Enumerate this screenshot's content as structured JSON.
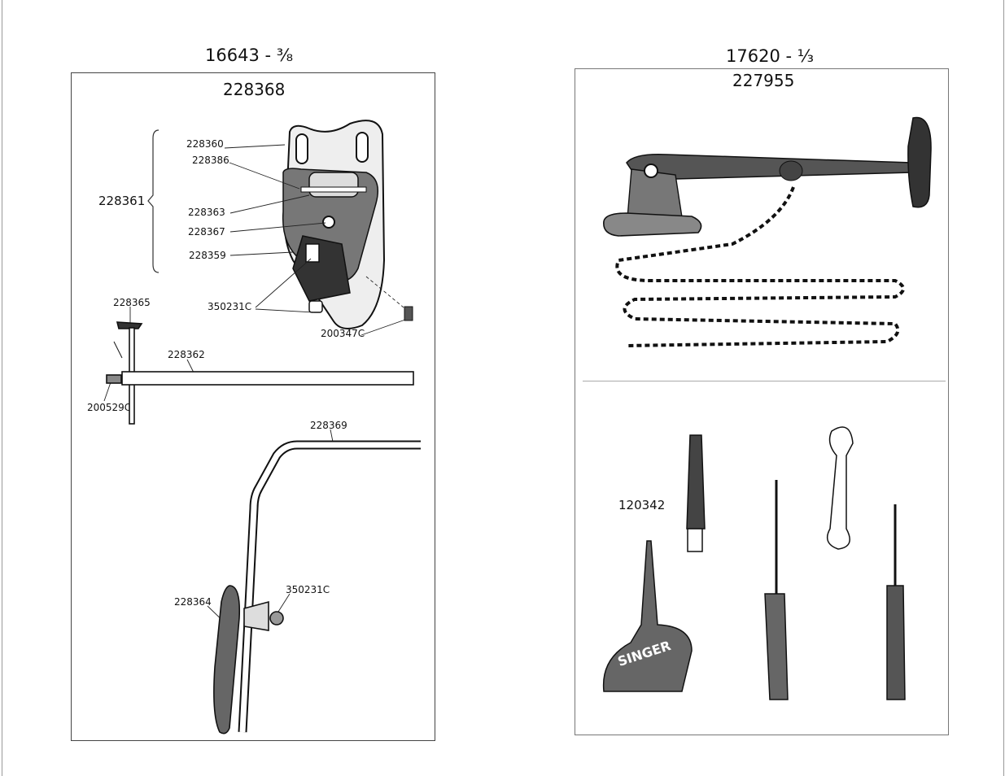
{
  "left_page": {
    "header": "16643 - ³⁄₈",
    "assembly_number": "228368",
    "group_label": "228361",
    "parts": {
      "p228360": "228360",
      "p228386": "228386",
      "p228363": "228363",
      "p228367": "228367",
      "p228359": "228359",
      "p350231c_a": "350231C",
      "p200347c": "200347C",
      "p228365": "228365",
      "p228362": "228362",
      "p200529c": "200529C",
      "p228369": "228369",
      "p228364": "228364",
      "p350231c_b": "350231C"
    }
  },
  "right_page": {
    "header": "17620 - ¹⁄₃",
    "assembly_number": "227955",
    "parts": {
      "p120342": "120342"
    },
    "oil_can_brand": "SINGER"
  }
}
